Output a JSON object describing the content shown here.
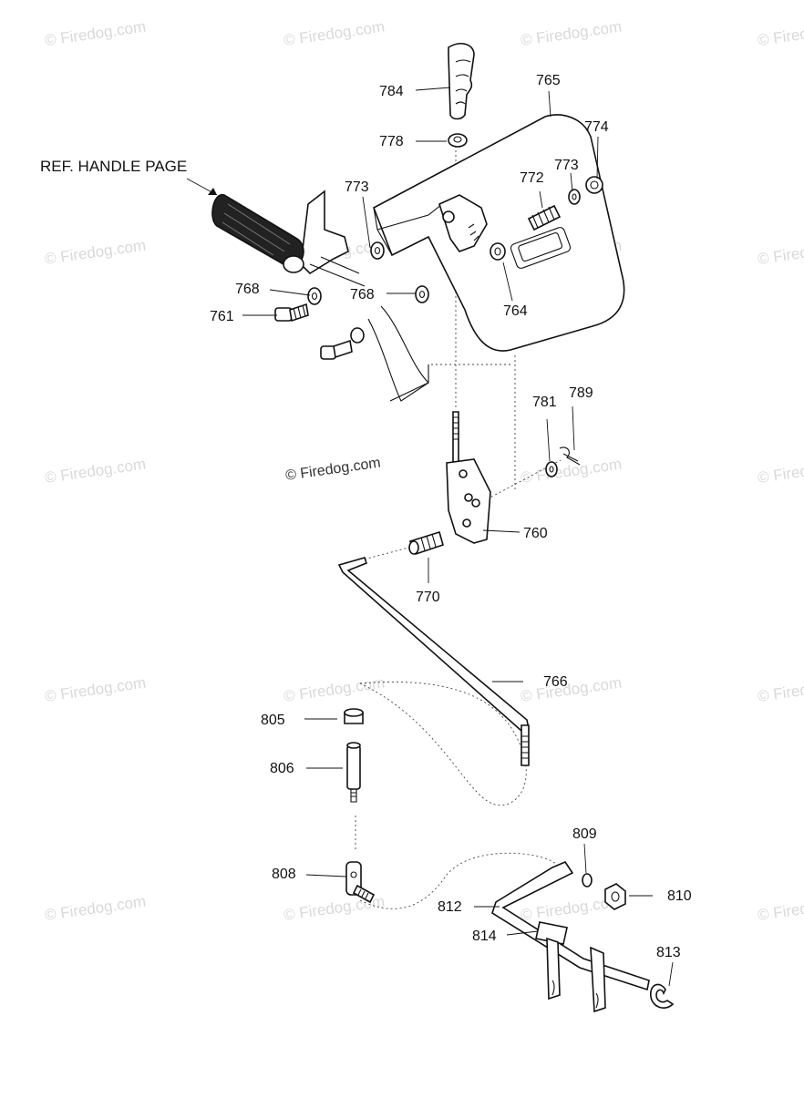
{
  "watermark": {
    "text": "© Firedog.com"
  },
  "main_watermark": {
    "text": "© Firedog.com"
  },
  "ref_label": {
    "text": "REF. HANDLE PAGE"
  },
  "part_labels": {
    "p784": "784",
    "p765": "765",
    "p778": "778",
    "p774": "774",
    "p773a": "773",
    "p773b": "773",
    "p772": "772",
    "p768a": "768",
    "p768b": "768",
    "p761": "761",
    "p764": "764",
    "p781": "781",
    "p789": "789",
    "p760": "760",
    "p770": "770",
    "p766": "766",
    "p805": "805",
    "p806": "806",
    "p808": "808",
    "p809": "809",
    "p810": "810",
    "p812": "812",
    "p814": "814",
    "p813": "813"
  }
}
